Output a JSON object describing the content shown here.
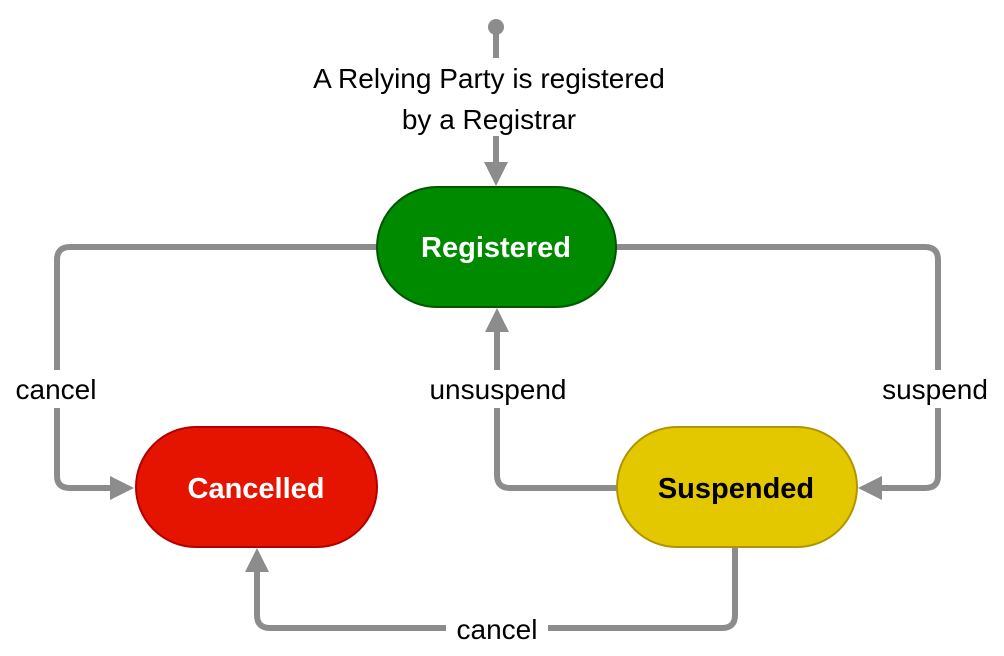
{
  "diagram": {
    "initial_label_line1": "A Relying Party is registered",
    "initial_label_line2": "by a Registrar",
    "states": {
      "registered": {
        "label": "Registered",
        "fill": "#008a00",
        "stroke": "#005700",
        "text_color": "#ffffff"
      },
      "cancelled": {
        "label": "Cancelled",
        "fill": "#e51400",
        "stroke": "#b20000",
        "text_color": "#ffffff"
      },
      "suspended": {
        "label": "Suspended",
        "fill": "#e3c800",
        "stroke": "#b09500",
        "text_color": "#000000"
      }
    },
    "transitions": {
      "registered_to_cancelled": "cancel",
      "suspended_to_registered": "unsuspend",
      "registered_to_suspended": "suspend",
      "suspended_to_cancelled": "cancel"
    },
    "edge_color": "#8c8c8c"
  }
}
